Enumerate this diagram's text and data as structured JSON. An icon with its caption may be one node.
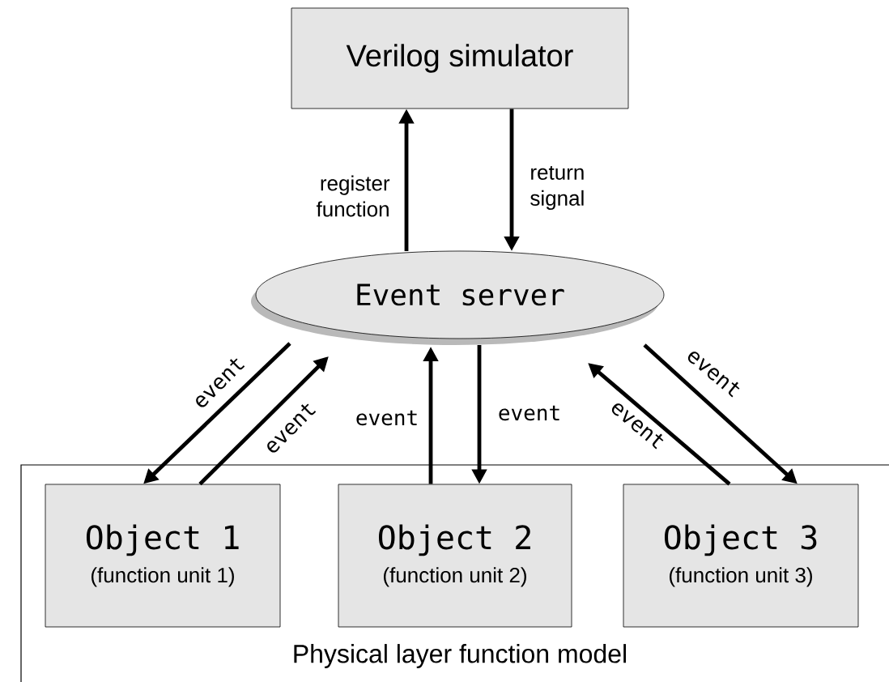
{
  "diagram": {
    "nodes": [
      {
        "text": [
          "Verilog simulator"
        ]
      },
      {
        "text": [
          "Event server"
        ]
      },
      {
        "text": [
          "Physical layer function model"
        ]
      },
      {
        "text": [
          "Object 1",
          "(function unit 1)"
        ],
        "in": 2
      },
      {
        "text": [
          "Object 2",
          "(function unit 2)"
        ],
        "in": 2
      },
      {
        "text": [
          "Object 3",
          "(function unit 3)"
        ],
        "in": 2
      }
    ],
    "edges": [
      {
        "from": 1,
        "to": 0,
        "arrow": "to",
        "label": "register function"
      },
      {
        "from": 0,
        "to": 1,
        "arrow": "to",
        "label": "return signal"
      },
      {
        "from": 1,
        "to": 3,
        "arrow": "to",
        "label": "event"
      },
      {
        "from": 3,
        "to": 1,
        "arrow": "to",
        "label": "event"
      },
      {
        "from": 4,
        "to": 1,
        "arrow": "to",
        "label": "event"
      },
      {
        "from": 1,
        "to": 4,
        "arrow": "to",
        "label": "event"
      },
      {
        "from": 5,
        "to": 1,
        "arrow": "to",
        "label": "event"
      },
      {
        "from": 1,
        "to": 5,
        "arrow": "to",
        "label": "event"
      }
    ]
  }
}
